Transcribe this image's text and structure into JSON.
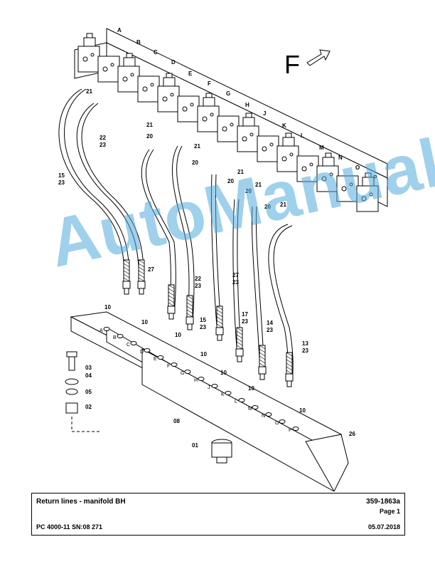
{
  "section_letters": [
    "A",
    "B",
    "C",
    "D",
    "E",
    "F",
    "G",
    "H",
    "J",
    "K",
    "L",
    "M",
    "N",
    "O",
    "P"
  ],
  "manifold_slot_letters": [
    "A",
    "B",
    "C",
    "D",
    "E",
    "F",
    "G",
    "H",
    "J",
    "K",
    "L",
    "M",
    "N",
    "O",
    "P"
  ],
  "view_marker": "F",
  "callouts": {
    "c21a": "21",
    "c21b": "21",
    "c21c": "21",
    "c21d": "21",
    "c21e": "21",
    "c21f": "21",
    "c20a": "20",
    "c20b": "20",
    "c20c": "20",
    "c20d": "20",
    "c20e": "20",
    "c22_23a": [
      "22",
      "23"
    ],
    "c15_23a": [
      "15",
      "23"
    ],
    "c27a": "27",
    "c22_23b": [
      "22",
      "23"
    ],
    "c27_23": [
      "27",
      "23"
    ],
    "c15_23b": [
      "15",
      "23"
    ],
    "c17_23": [
      "17",
      "23"
    ],
    "c14_23": [
      "14",
      "23"
    ],
    "c13_23": [
      "13",
      "23"
    ],
    "c10a": "10",
    "c10b": "10",
    "c10c": "10",
    "c10d": "10",
    "c10e": "10",
    "c10f": "10",
    "c10g": "10",
    "c03": "03",
    "c04": "04",
    "c05": "05",
    "c02": "02",
    "c08": "08",
    "c01": "01",
    "c26": "26"
  },
  "watermark": "AutoManual",
  "title_block": {
    "title": "Return lines - manifold BH",
    "doc_number": "359-1863a",
    "page": "Page 1",
    "model": "PC 4000-11 SN:08 271",
    "date": "05.07.2018"
  }
}
